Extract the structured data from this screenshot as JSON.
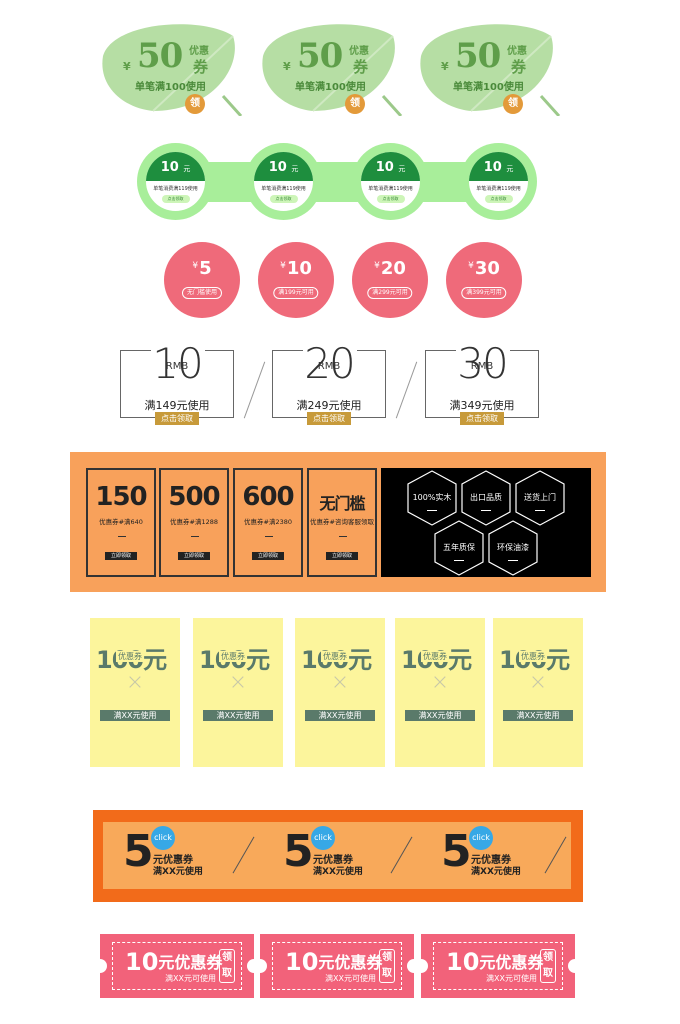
{
  "leaf_coupons": [
    {
      "currency": "¥",
      "amount": "50",
      "label_top": "优惠",
      "label_bottom": "券",
      "condition": "单笔满100使用",
      "claim": "领"
    },
    {
      "currency": "¥",
      "amount": "50",
      "label_top": "优惠",
      "label_bottom": "券",
      "condition": "单笔满100使用",
      "claim": "领"
    },
    {
      "currency": "¥",
      "amount": "50",
      "label_top": "优惠",
      "label_bottom": "券",
      "condition": "单笔满100使用",
      "claim": "领"
    }
  ],
  "green_coupons": [
    {
      "amount": "10",
      "unit": "元",
      "condition": "单笔消费满119使用",
      "button": "点击领取"
    },
    {
      "amount": "10",
      "unit": "元",
      "condition": "单笔消费满119使用",
      "button": "点击领取"
    },
    {
      "amount": "10",
      "unit": "元",
      "condition": "单笔消费满119使用",
      "button": "点击领取"
    },
    {
      "amount": "10",
      "unit": "元",
      "condition": "单笔消费满119使用",
      "button": "点击领取"
    }
  ],
  "pink_circles": [
    {
      "currency": "¥",
      "amount": "5",
      "tag": "无门槛使用"
    },
    {
      "currency": "¥",
      "amount": "10",
      "tag": "满199元可用"
    },
    {
      "currency": "¥",
      "amount": "20",
      "tag": "满299元可用"
    },
    {
      "currency": "¥",
      "amount": "30",
      "tag": "满399元可用"
    }
  ],
  "rmb_coupons": [
    {
      "amount": "10",
      "unit": "RMB",
      "condition": "满149元使用",
      "button": "点击领取"
    },
    {
      "amount": "20",
      "unit": "RMB",
      "condition": "满249元使用",
      "button": "点击领取"
    },
    {
      "amount": "30",
      "unit": "RMB",
      "condition": "满349元使用",
      "button": "点击领取"
    }
  ],
  "orange_coupons": [
    {
      "amount": "150",
      "text": "优惠券#满640",
      "button": "立即领取"
    },
    {
      "amount": "500",
      "text": "优惠券#满1288",
      "button": "立即领取"
    },
    {
      "amount": "600",
      "text": "优惠券#满2380",
      "button": "立即领取"
    },
    {
      "amount": "无门槛",
      "text": "优惠券#咨询客服领取",
      "button": "立即领取"
    }
  ],
  "features": [
    "100%实木",
    "出口品质",
    "送货上门",
    "五年质保",
    "环保油漆"
  ],
  "yellow_coupons": [
    {
      "amount": "100元",
      "label": "优惠券",
      "mark": "×",
      "condition": "满XX元使用"
    },
    {
      "amount": "100元",
      "label": "优惠券",
      "mark": "×",
      "condition": "满XX元使用"
    },
    {
      "amount": "100元",
      "label": "优惠券",
      "mark": "×",
      "condition": "满XX元使用"
    },
    {
      "amount": "100元",
      "label": "优惠券",
      "mark": "×",
      "condition": "满XX元使用"
    },
    {
      "amount": "100元",
      "label": "优惠券",
      "mark": "×",
      "condition": "满XX元使用"
    }
  ],
  "click_coupons": [
    {
      "amount": "5",
      "badge": "click",
      "line1": "元优惠券",
      "line2": "满XX元使用"
    },
    {
      "amount": "5",
      "badge": "click",
      "line1": "元优惠券",
      "line2": "满XX元使用"
    },
    {
      "amount": "5",
      "badge": "click",
      "line1": "元优惠券",
      "line2": "满XX元使用"
    }
  ],
  "tickets": [
    {
      "amount": "10",
      "title": "元优惠券",
      "condition": "满XX元可使用",
      "claim": "领取"
    },
    {
      "amount": "10",
      "title": "元优惠券",
      "condition": "满XX元可使用",
      "claim": "领取"
    },
    {
      "amount": "10",
      "title": "元优惠券",
      "condition": "满XX元可使用",
      "claim": "领取"
    }
  ],
  "colors": {
    "leaf_green": "#5f9e4a",
    "chain_green": "#a8ee9a",
    "chain_dark": "#1e8e3e",
    "pink": "#ef6a7a",
    "gold": "#c79a3a",
    "orange_panel": "#f8a15b",
    "yellow": "#fcf59c",
    "slate": "#5a7a6a",
    "orange_frame": "#f26b1a",
    "click_blue": "#37a8e6",
    "ticket_pink": "#f2627a"
  }
}
